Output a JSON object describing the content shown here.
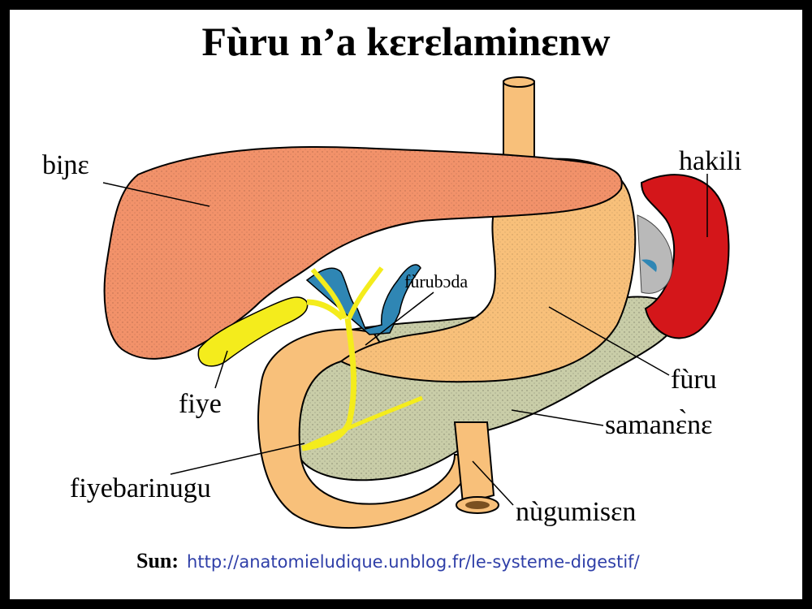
{
  "title": "Fùru n’a kɛrɛlaminɛnw",
  "labels": {
    "liver": "biɲɛ",
    "spleen": "hakili",
    "bile_duct": "fùrubɔda",
    "gallbladder": "fiye",
    "stomach": "fùru",
    "pancreas": "samanɛ̀nɛ",
    "common_bile_duct": "fiyebarinugu",
    "intestine": "nùgumisɛn"
  },
  "source": {
    "label": "Sun:",
    "url": "http://anatomieludique.unblog.fr/le-systeme-digestif/"
  },
  "colors": {
    "liver": "#f2926a",
    "stomach": "#f8c07a",
    "pancreas": "#c9cda8",
    "spleen": "#d4161a",
    "gallbladder": "#f4ec1c",
    "bile": "#2f86b4",
    "url": "#2f3fa8"
  }
}
